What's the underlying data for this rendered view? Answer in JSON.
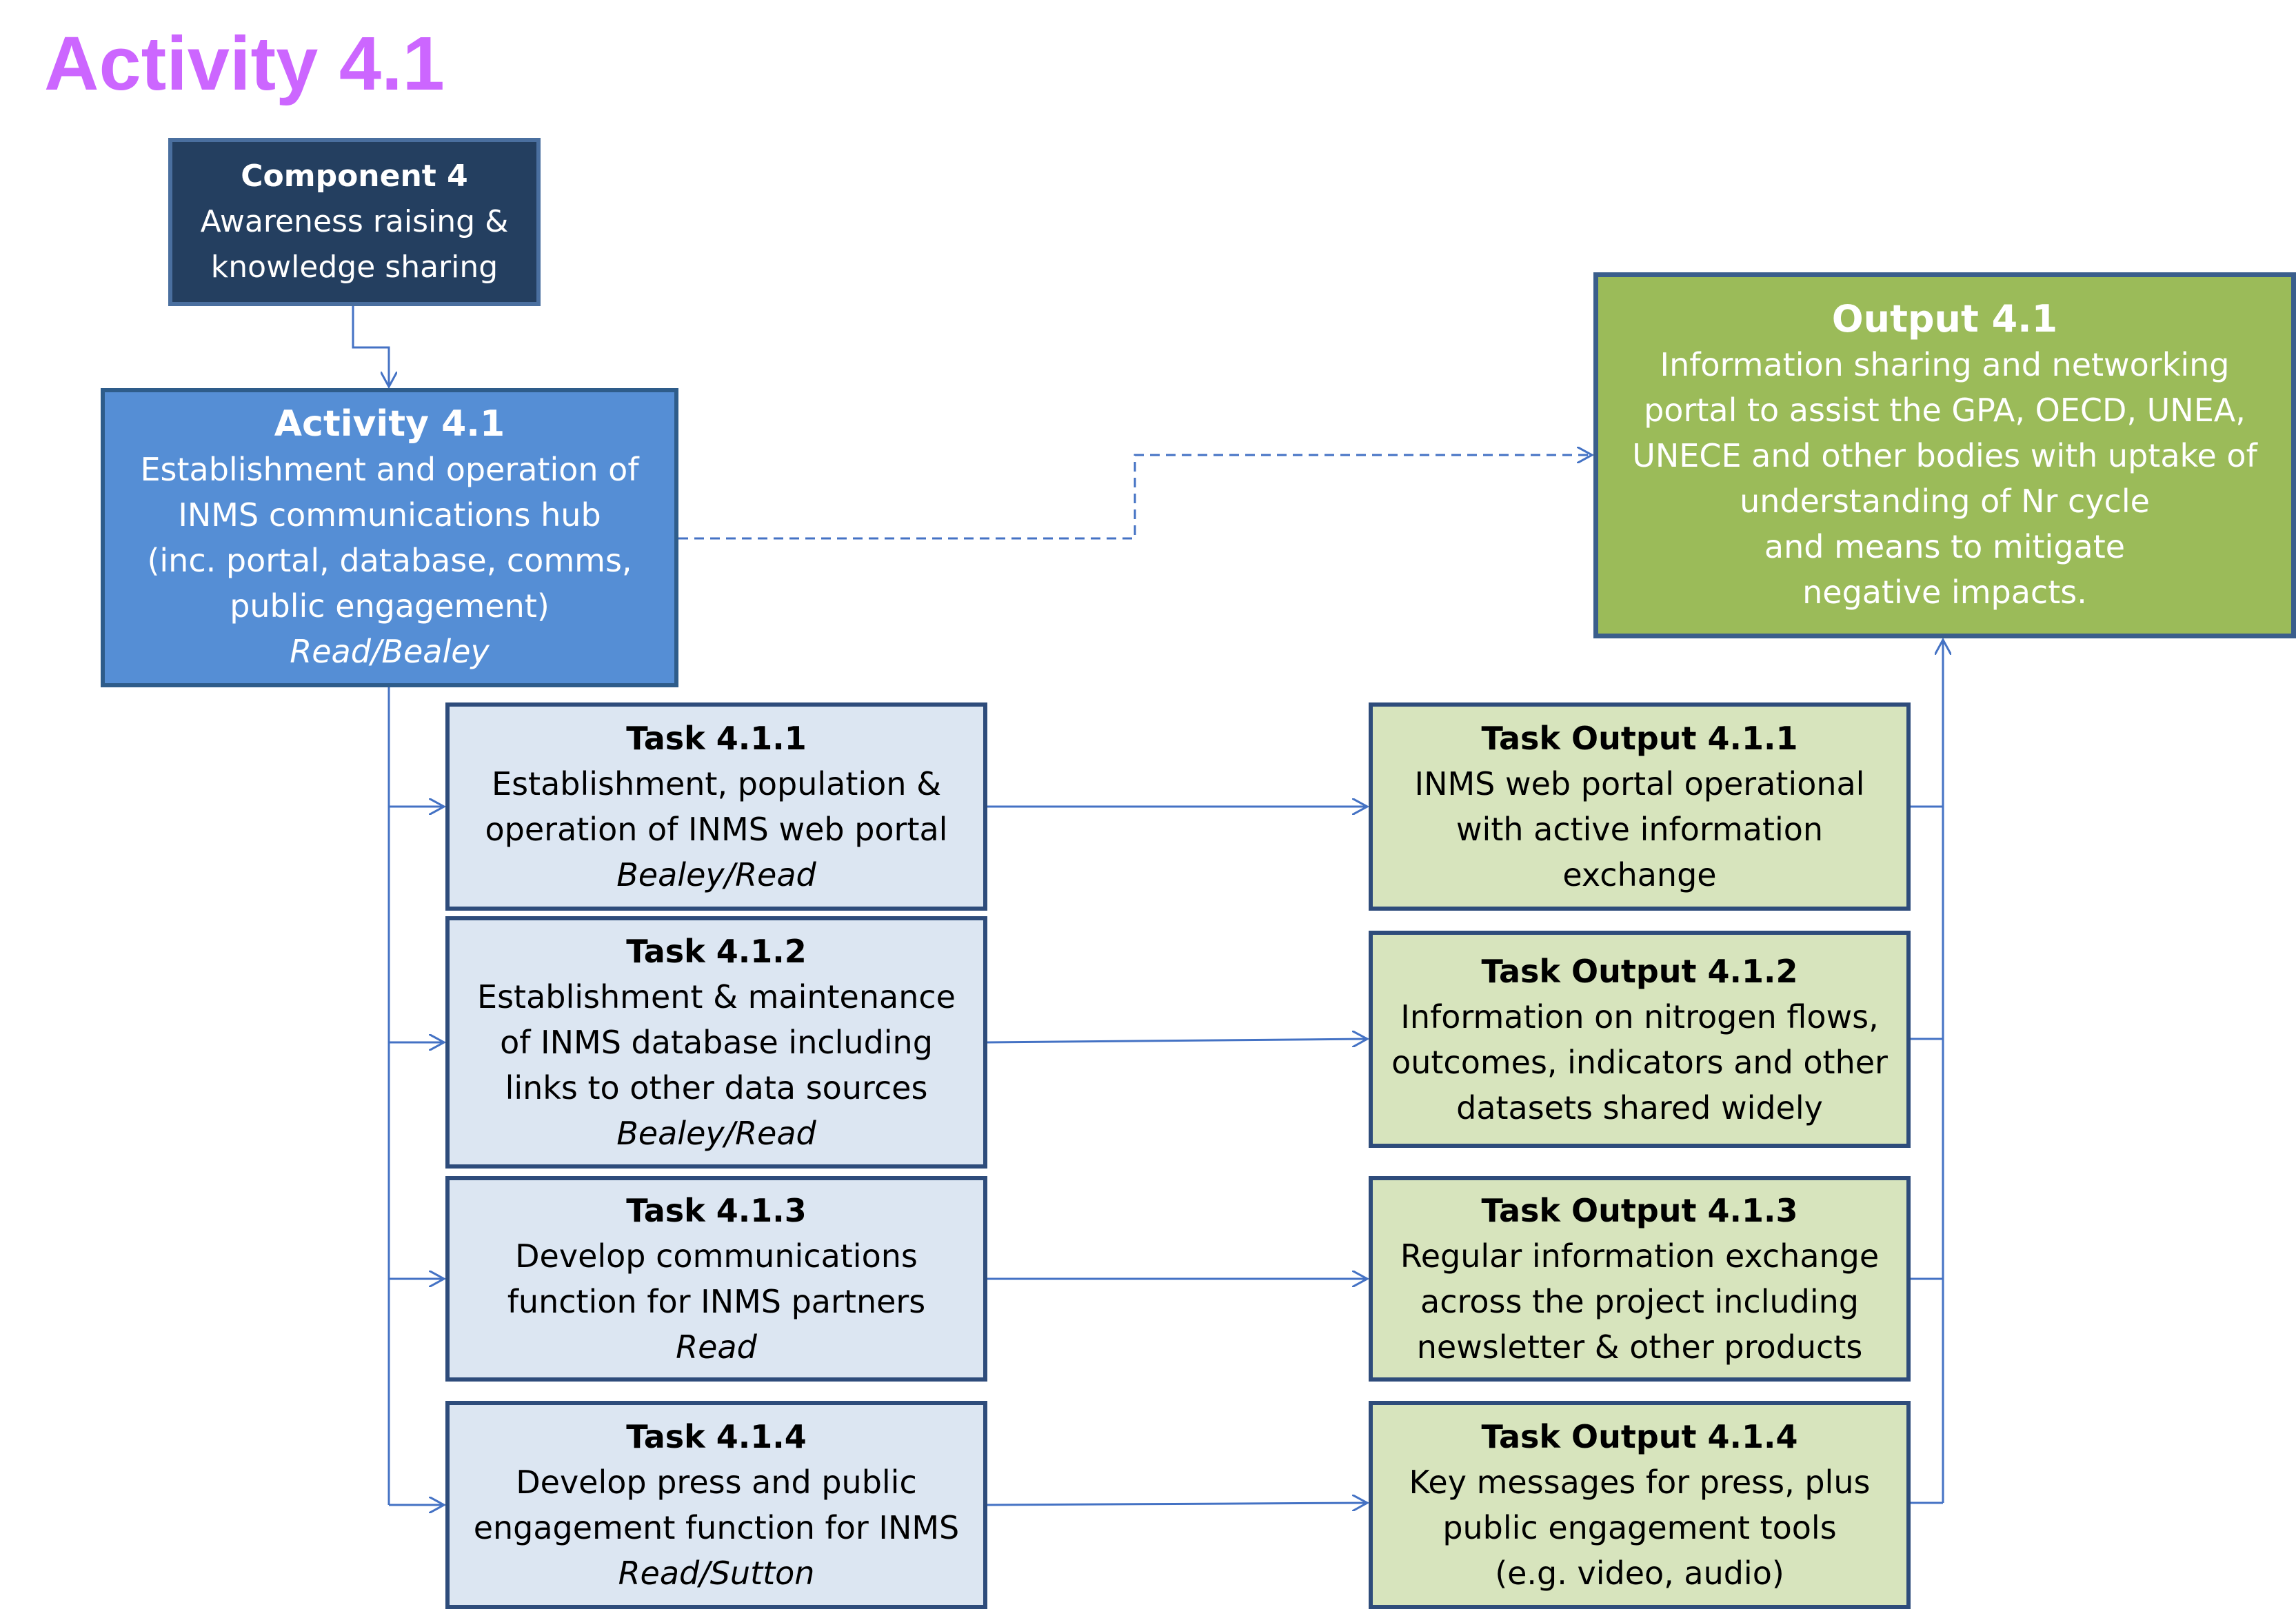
{
  "page": {
    "title": "Activity 4.1"
  },
  "colors": {
    "title": "#CC66FF",
    "component_fill": "#243F60",
    "activity_fill": "#558ED5",
    "output_fill": "#9BBB59",
    "task_fill": "#DCE6F2",
    "task_output_fill": "#D7E4BD",
    "connector": "#4472C4"
  },
  "component": {
    "title": "Component 4",
    "lines": [
      "Awareness raising &",
      "knowledge sharing"
    ]
  },
  "activity": {
    "title": "Activity 4.1",
    "lines": [
      "Establishment and operation of",
      "INMS communications hub",
      "(inc. portal, database, comms,",
      "public engagement)"
    ],
    "owner": "Read/Bealey"
  },
  "output": {
    "title": "Output 4.1",
    "lines": [
      "Information sharing and networking",
      "portal to assist the GPA, OECD, UNEA,",
      "UNECE and other bodies with uptake of",
      "understanding of Nr cycle",
      "and means to mitigate",
      "negative impacts."
    ]
  },
  "tasks": [
    {
      "title": "Task 4.1.1",
      "lines": [
        "Establishment, population &",
        "operation of INMS web portal"
      ],
      "owner": "Bealey/Read"
    },
    {
      "title": "Task 4.1.2",
      "lines": [
        "Establishment & maintenance",
        "of INMS database including",
        "links to other data sources"
      ],
      "owner": "Bealey/Read"
    },
    {
      "title": "Task 4.1.3",
      "lines": [
        "Develop communications",
        "function for INMS partners"
      ],
      "owner": "Read"
    },
    {
      "title": "Task 4.1.4",
      "lines": [
        "Develop press and public",
        "engagement function for INMS"
      ],
      "owner": "Read/Sutton"
    }
  ],
  "task_outputs": [
    {
      "title": "Task Output 4.1.1",
      "lines": [
        "INMS web portal operational",
        "with active information",
        "exchange"
      ]
    },
    {
      "title": "Task Output 4.1.2",
      "lines": [
        "Information on nitrogen flows,",
        "outcomes, indicators and other",
        "datasets shared widely"
      ]
    },
    {
      "title": "Task Output 4.1.3",
      "lines": [
        "Regular information exchange",
        "across the project including",
        "newsletter & other products"
      ]
    },
    {
      "title": "Task Output 4.1.4",
      "lines": [
        "Key messages for press, plus",
        "public engagement tools",
        "(e.g. video, audio)"
      ]
    }
  ]
}
